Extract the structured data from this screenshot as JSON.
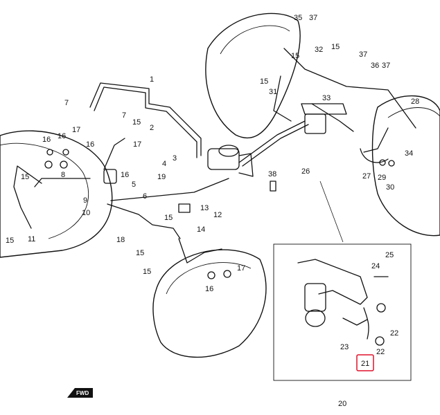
{
  "diagram": {
    "highlighted_callout": "21",
    "highlight_color": "#e0102a",
    "direction_arrow_label": "FWD",
    "callouts": {
      "c1": "1",
      "c2": "2",
      "c3": "3",
      "c4": "4",
      "c5": "5",
      "c6": "6",
      "c7a": "7",
      "c7b": "7",
      "c8": "8",
      "c9": "9",
      "c10": "10",
      "c11": "11",
      "c12": "12",
      "c13": "13",
      "c14": "14",
      "c15a": "15",
      "c15b": "15",
      "c15c": "15",
      "c15d": "15",
      "c15e": "15",
      "c15f": "15",
      "c15g": "15",
      "c15h": "15",
      "c15i": "15",
      "c16a": "16",
      "c16b": "16",
      "c16c": "16",
      "c16d": "16",
      "c16e": "16",
      "c17a": "17",
      "c17b": "17",
      "c17c": "17",
      "c18": "18",
      "c19": "19",
      "c20": "20",
      "c21": "21",
      "c22a": "22",
      "c22b": "22",
      "c23": "23",
      "c24": "24",
      "c25": "25",
      "c26": "26",
      "c27": "27",
      "c28": "28",
      "c29": "29",
      "c30": "30",
      "c31": "31",
      "c32": "32",
      "c33": "33",
      "c34": "34",
      "c35": "35",
      "c36": "36",
      "c37a": "37",
      "c37b": "37",
      "c37c": "37",
      "c38": "38"
    }
  }
}
